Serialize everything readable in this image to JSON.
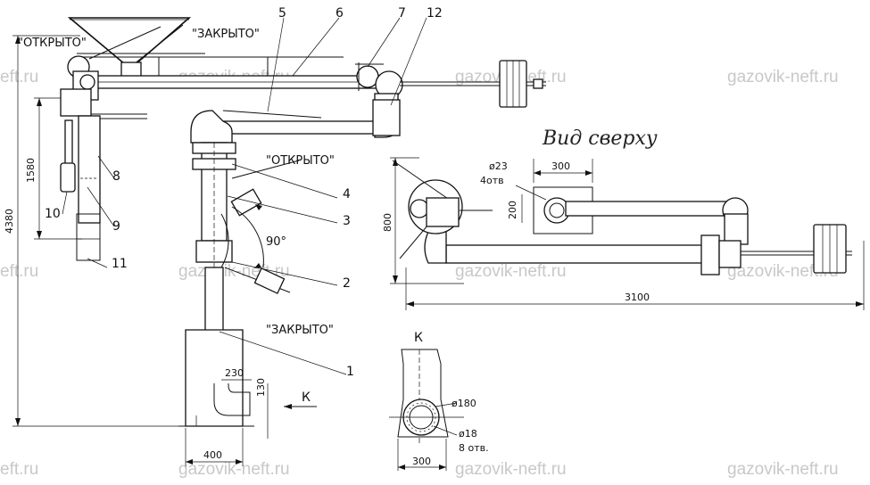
{
  "watermark": "gazovik-neft.ru",
  "watermark_partial": "eft.ru",
  "labels": {
    "open_top": "\"ОТКРЫТО\"",
    "closed_top": "\"ЗАКРЫТО\"",
    "open_mid": "\"ОТКРЫТО\"",
    "closed_mid": "\"ЗАКРЫТО\"",
    "angle": "90°",
    "view_top": "Вид сверху",
    "view_k": "К",
    "arrow_k": "К"
  },
  "callouts": [
    "1",
    "2",
    "3",
    "4",
    "5",
    "6",
    "7",
    "8",
    "9",
    "10",
    "11",
    "12"
  ],
  "dimensions": {
    "height_total": "4380",
    "height_1580": "1580",
    "base_400": "400",
    "offset_230": "230",
    "offset_130": "130",
    "plan_300": "300",
    "plan_200": "200",
    "plan_800": "800",
    "plan_3100": "3100",
    "hole_d23": "ø23",
    "holes_4": "4отв",
    "k_d180": "ø180",
    "k_d18": "ø18",
    "k_holes_8": "8 отв.",
    "k_300": "300"
  }
}
